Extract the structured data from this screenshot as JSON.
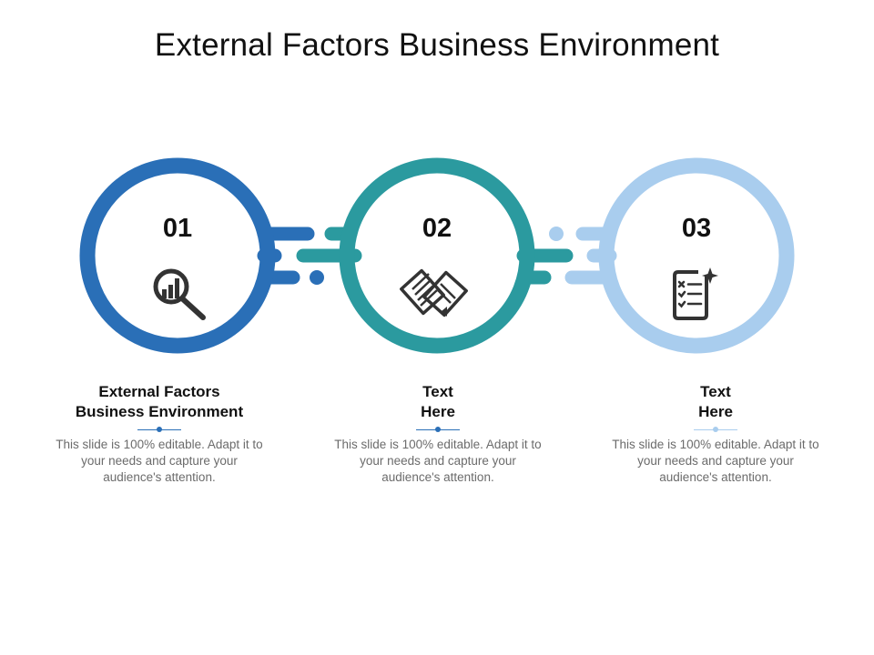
{
  "title": "External Factors Business Environment",
  "colors": {
    "step1": "#2a6fb7",
    "step2": "#2b9a9f",
    "step3": "#a9cdee",
    "icon": "#333333"
  },
  "steps": [
    {
      "number": "01",
      "heading_line1": "External Factors",
      "heading_line2": "Business Environment",
      "description": "This slide is 100% editable. Adapt it to your needs and capture your audience's attention.",
      "icon": "magnifier-chart-icon"
    },
    {
      "number": "02",
      "heading_line1": "Text",
      "heading_line2": "Here",
      "description": "This slide is 100% editable. Adapt it to your needs and capture your audience's attention.",
      "icon": "newspapers-icon"
    },
    {
      "number": "03",
      "heading_line1": "Text",
      "heading_line2": "Here",
      "description": "This slide is 100% editable. Adapt it to your needs and capture your audience's attention.",
      "icon": "checklist-icon"
    }
  ]
}
